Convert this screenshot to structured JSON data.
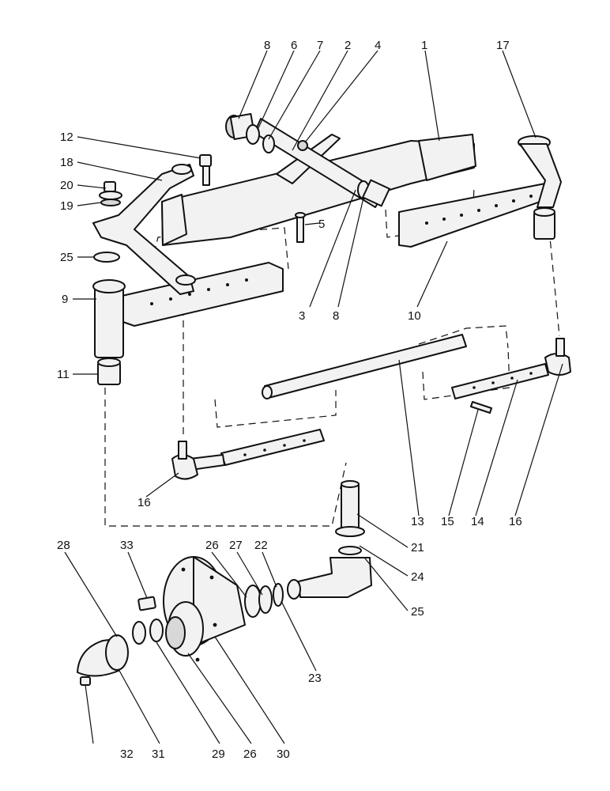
{
  "labels": {
    "l1": "1",
    "l2": "2",
    "l3": "3",
    "l4": "4",
    "l5": "5",
    "l6": "6",
    "l7": "7",
    "l8a": "8",
    "l8b": "8",
    "l9": "9",
    "l10": "10",
    "l11": "11",
    "l12": "12",
    "l13": "13",
    "l14": "14",
    "l15": "15",
    "l16a": "16",
    "l16b": "16",
    "l17": "17",
    "l18": "18",
    "l19": "19",
    "l20": "20",
    "l21": "21",
    "l22": "22",
    "l23": "23",
    "l24": "24",
    "l25a": "25",
    "l25b": "25",
    "l26a": "26",
    "l26b": "26",
    "l27": "27",
    "l28": "28",
    "l29": "29",
    "l30": "30",
    "l31": "31",
    "l32": "32",
    "l33": "33"
  }
}
